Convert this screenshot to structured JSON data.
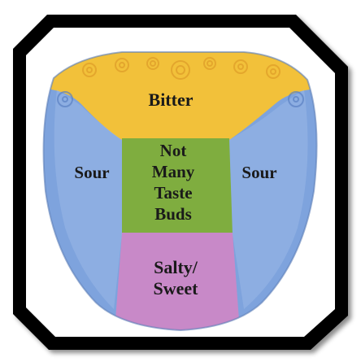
{
  "regions": {
    "bitter": {
      "label": "Bitter",
      "color": "#f2c13a"
    },
    "sour_left": {
      "label": "Sour",
      "color": "#7ea3dd"
    },
    "sour_right": {
      "label": "Sour",
      "color": "#7ea3dd"
    },
    "center": {
      "label": "Not\nMany\nTaste\nBuds",
      "color": "#7fad3f"
    },
    "salty_sweet": {
      "label": "Salty/\nSweet",
      "color": "#c889c8"
    }
  },
  "frame": {
    "color": "#000000"
  }
}
